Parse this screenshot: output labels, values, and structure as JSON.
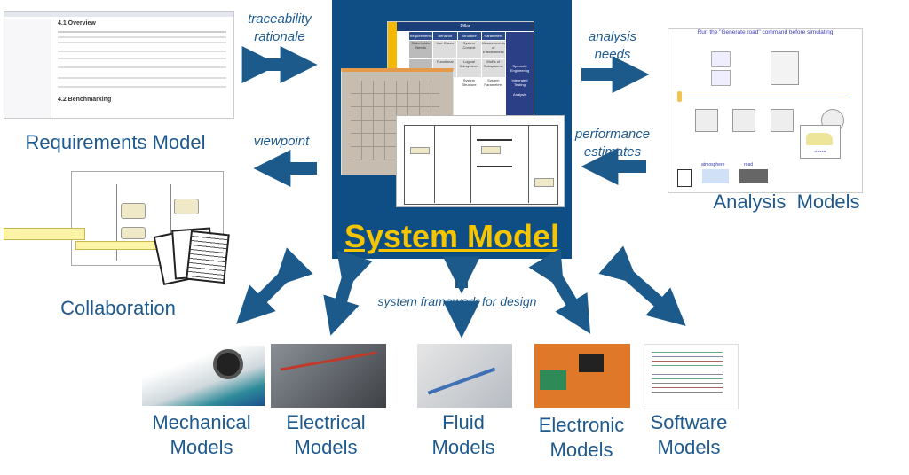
{
  "center": {
    "title": "System Model",
    "matrix": {
      "header": "Pillar",
      "columns": [
        "Requirements",
        "Behavior",
        "Structure",
        "Parameters"
      ],
      "rows": [
        [
          "Stakeholder Needs",
          "Use Cases",
          "System Context",
          "Measurements of Effectiveness"
        ],
        [
          "",
          "Functional",
          "Logical Subsystems",
          "MoEs of Subsystems"
        ],
        [
          "",
          "",
          "System Structure",
          "System Parameters"
        ]
      ],
      "side": [
        "Specialty Engineering",
        "Integrated Testing",
        "Analysis"
      ]
    }
  },
  "edges": {
    "traceability": "traceability\nrationale",
    "viewpoint": "viewpoint",
    "analysis_needs": "analysis\nneeds",
    "performance": "performance\nestimates",
    "framework": "system framework for design"
  },
  "nodes": {
    "requirements": "Requirements Model",
    "analysis": "Analysis  Models",
    "collaboration": "Collaboration",
    "mechanical": [
      "Mechanical",
      "Models"
    ],
    "electrical": [
      "Electrical",
      "Models"
    ],
    "fluid": [
      "Fluid",
      "Models"
    ],
    "electronic": [
      "Electronic",
      "Models"
    ],
    "software": [
      "Software",
      "Models"
    ]
  },
  "analysis_thumb": {
    "caption": "Run the \"Generate road\" command before simulating",
    "atmosphere": "atmosphere",
    "road": "road",
    "chassis": "chassis"
  },
  "requirements_thumb": {
    "overview": "4.1 Overview",
    "benchmarking": "4.2 Benchmarking"
  },
  "colors": {
    "arrow": "#1d5a8c",
    "center_bg": "#0f4e84",
    "title": "#f7c400",
    "label": "#1f5a8f"
  }
}
